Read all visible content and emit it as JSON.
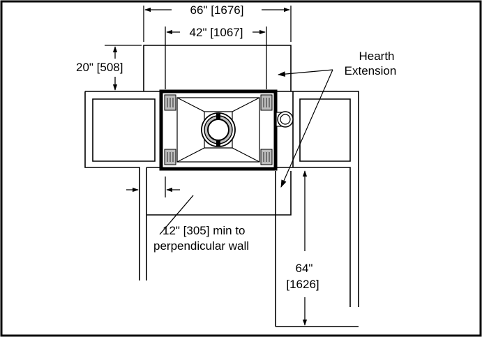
{
  "dimensions": {
    "overall_width": "66\" [1676]",
    "firebox_width": "42\" [1067]",
    "hearth_depth": "20\" [508]",
    "side_clearance_line1": "12\" [305] min to",
    "side_clearance_line2": "perpendicular wall",
    "depth_line1": "64\"",
    "depth_line2": "[1626]"
  },
  "labels": {
    "hearth_line1": "Hearth",
    "hearth_line2": "Extension"
  }
}
